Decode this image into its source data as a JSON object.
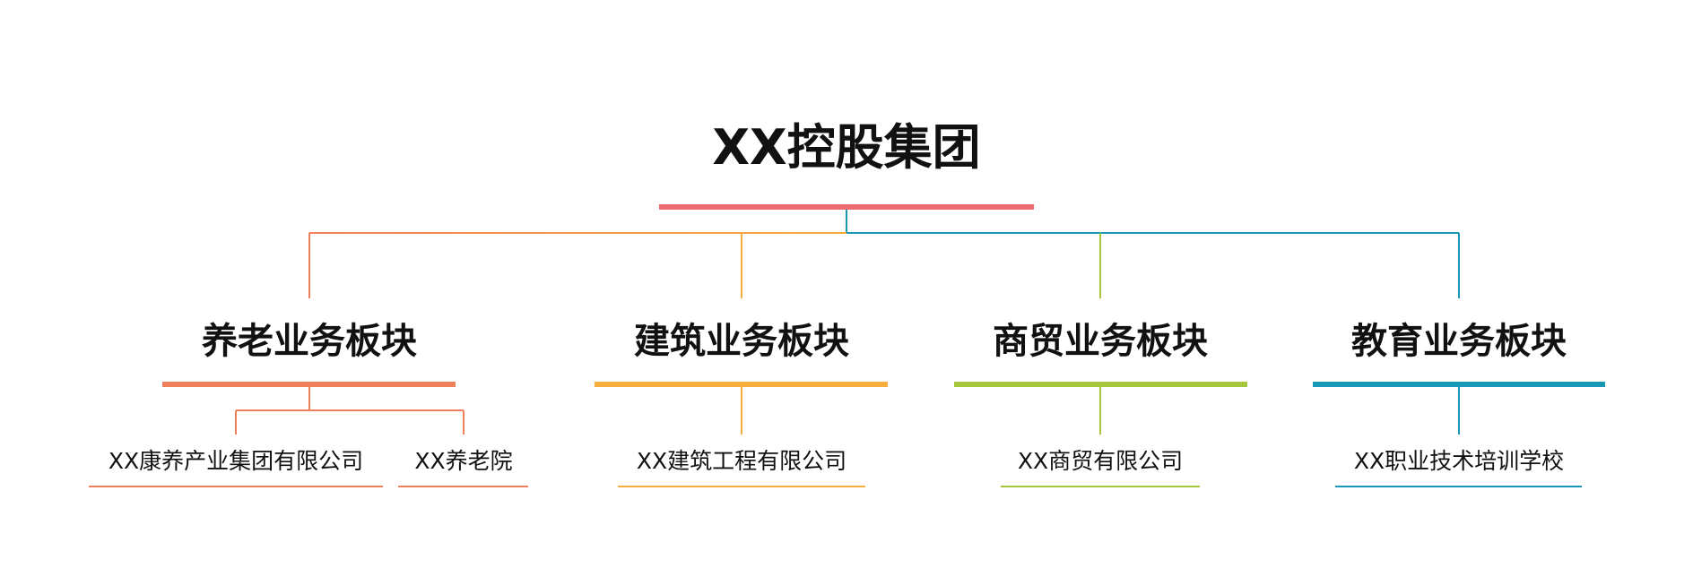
{
  "colors": {
    "root": "#ec6b6e",
    "pension": "#f07f5c",
    "construction": "#f5ad3c",
    "trade": "#a5c63b",
    "education": "#1897b6",
    "text": "#111111"
  },
  "root": {
    "title": "XX控股集团"
  },
  "divisions": [
    {
      "key": "pension",
      "title": "养老业务板块",
      "companies": [
        "XX康养产业集团有限公司",
        "XX养老院"
      ]
    },
    {
      "key": "construction",
      "title": "建筑业务板块",
      "companies": [
        "XX建筑工程有限公司"
      ]
    },
    {
      "key": "trade",
      "title": "商贸业务板块",
      "companies": [
        "XX商贸有限公司"
      ]
    },
    {
      "key": "education",
      "title": "教育业务板块",
      "companies": [
        "XX职业技术培训学校"
      ]
    }
  ]
}
